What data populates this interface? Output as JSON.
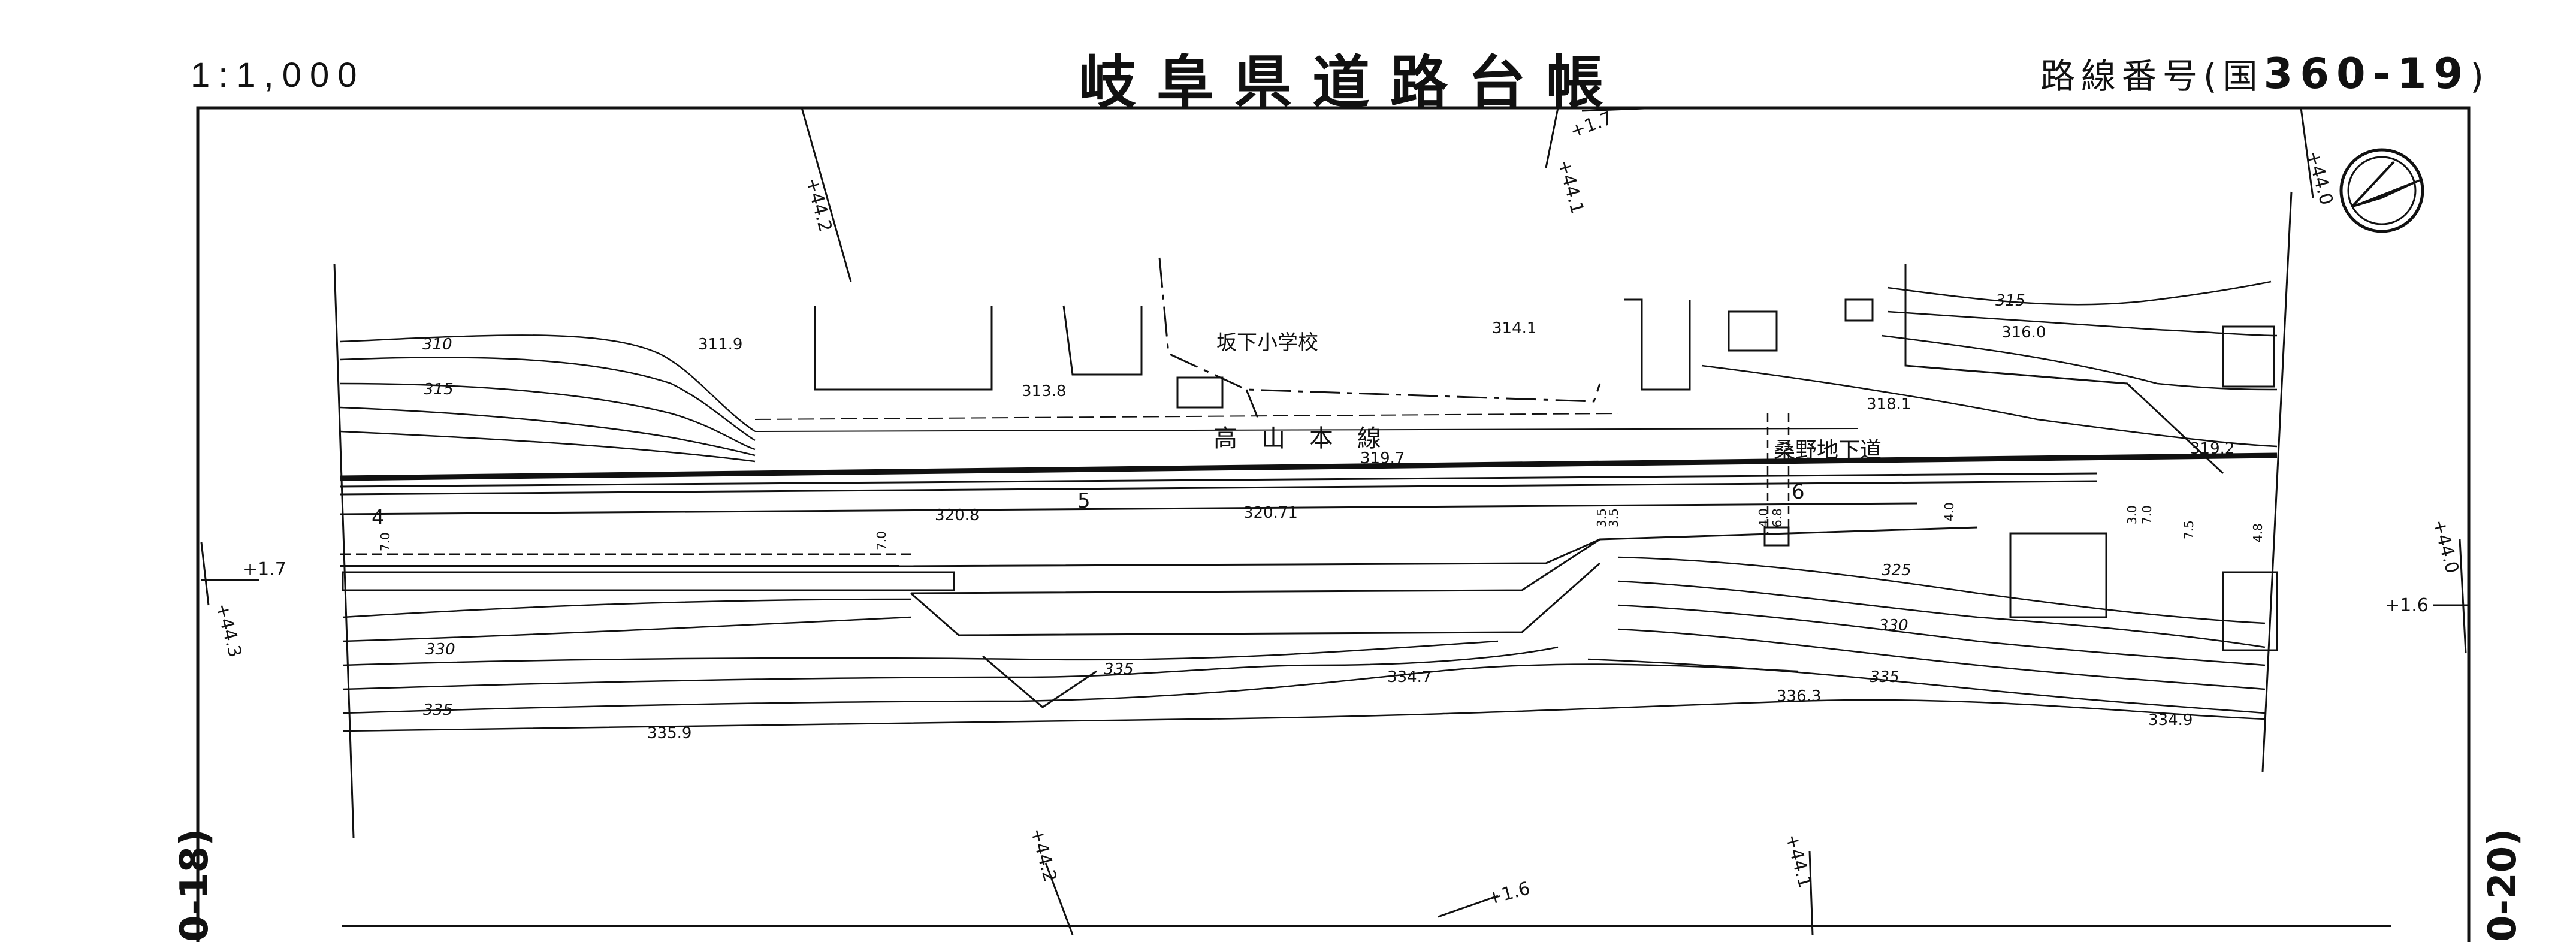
{
  "header": {
    "scale": "1:1,000",
    "title": "岐阜県道路台帳",
    "route_prefix": "路線番号(国",
    "route_number": "360-19",
    "route_suffix": ")"
  },
  "adjacent_sheets": {
    "left": "0-18)",
    "right": "0-20)"
  },
  "grid_labels": {
    "n1": "+44.2",
    "n2": "+44.1",
    "n3": "+1.7",
    "n4": "+44.0",
    "w1": "+1.7",
    "w2": "+44.3",
    "e1": "+44.0",
    "e2": "+1.6",
    "s1": "+44.2",
    "s2": "+1.6",
    "s3": "+44.1"
  },
  "place_labels": {
    "school": "坂下小学校",
    "railway": "高　山　本　線",
    "underpass": "桑野地下道"
  },
  "elevations": {
    "e1": "311.9",
    "e2": "313.8",
    "e3": "314.1",
    "e4": "316.0",
    "e5": "318.1",
    "e6": "319.7",
    "e7": "319.2",
    "e8": "320.8",
    "e9": "320.71",
    "e10": "334.7",
    "e11": "336.3",
    "e12": "335.9",
    "e13": "334.9"
  },
  "contours": {
    "c310": "310",
    "c315a": "315",
    "c315b": "315",
    "c325": "325",
    "c330a": "330",
    "c330b": "330",
    "c335a": "335",
    "c335b": "335",
    "c335c": "335"
  },
  "stations": {
    "s4": "4",
    "s5": "5",
    "s6": "6"
  },
  "widths": {
    "w1": "7.0",
    "w2": "7.0",
    "w3": "3.5",
    "w4": "3.5",
    "w5": "4.0",
    "w6": "6.8",
    "w7": "4.0",
    "w8": "3.0",
    "w9": "7.0",
    "w10": "4.8",
    "w11": "7.5"
  },
  "north_arrow": "north-arrow-icon"
}
